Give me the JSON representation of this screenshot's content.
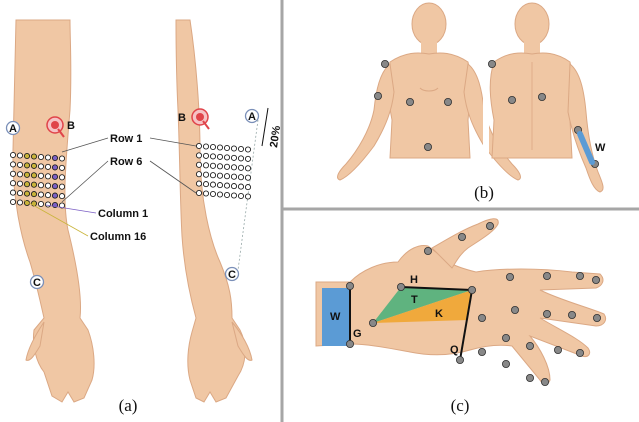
{
  "panels": {
    "a": {
      "caption": "(a)",
      "markers": {
        "A": "A",
        "B": "B",
        "C": "C"
      },
      "labels": {
        "row_first": "Row 1",
        "row_last": "Row 6",
        "col_first": "Column 1",
        "col_last": "Column 16"
      },
      "tilt_label": "20%"
    },
    "b": {
      "caption": "(b)",
      "marker_w": "W"
    },
    "c": {
      "caption": "(c)",
      "markers": {
        "W": "W",
        "G": "G",
        "H": "H",
        "T": "T",
        "K": "K",
        "Q": "Q"
      }
    }
  },
  "colors": {
    "skin": "#f0c7a4",
    "skin_shadow": "#dba884",
    "dot": "#888888",
    "divider": "#a6a6a6",
    "patch_blue": "#5b9bd5",
    "patch_green": "#5fb37f",
    "patch_orange": "#f0a93c",
    "column_yellow": "#c9b43a",
    "column_purple": "#7b5fc4",
    "electrode_red": "#e0444a"
  }
}
